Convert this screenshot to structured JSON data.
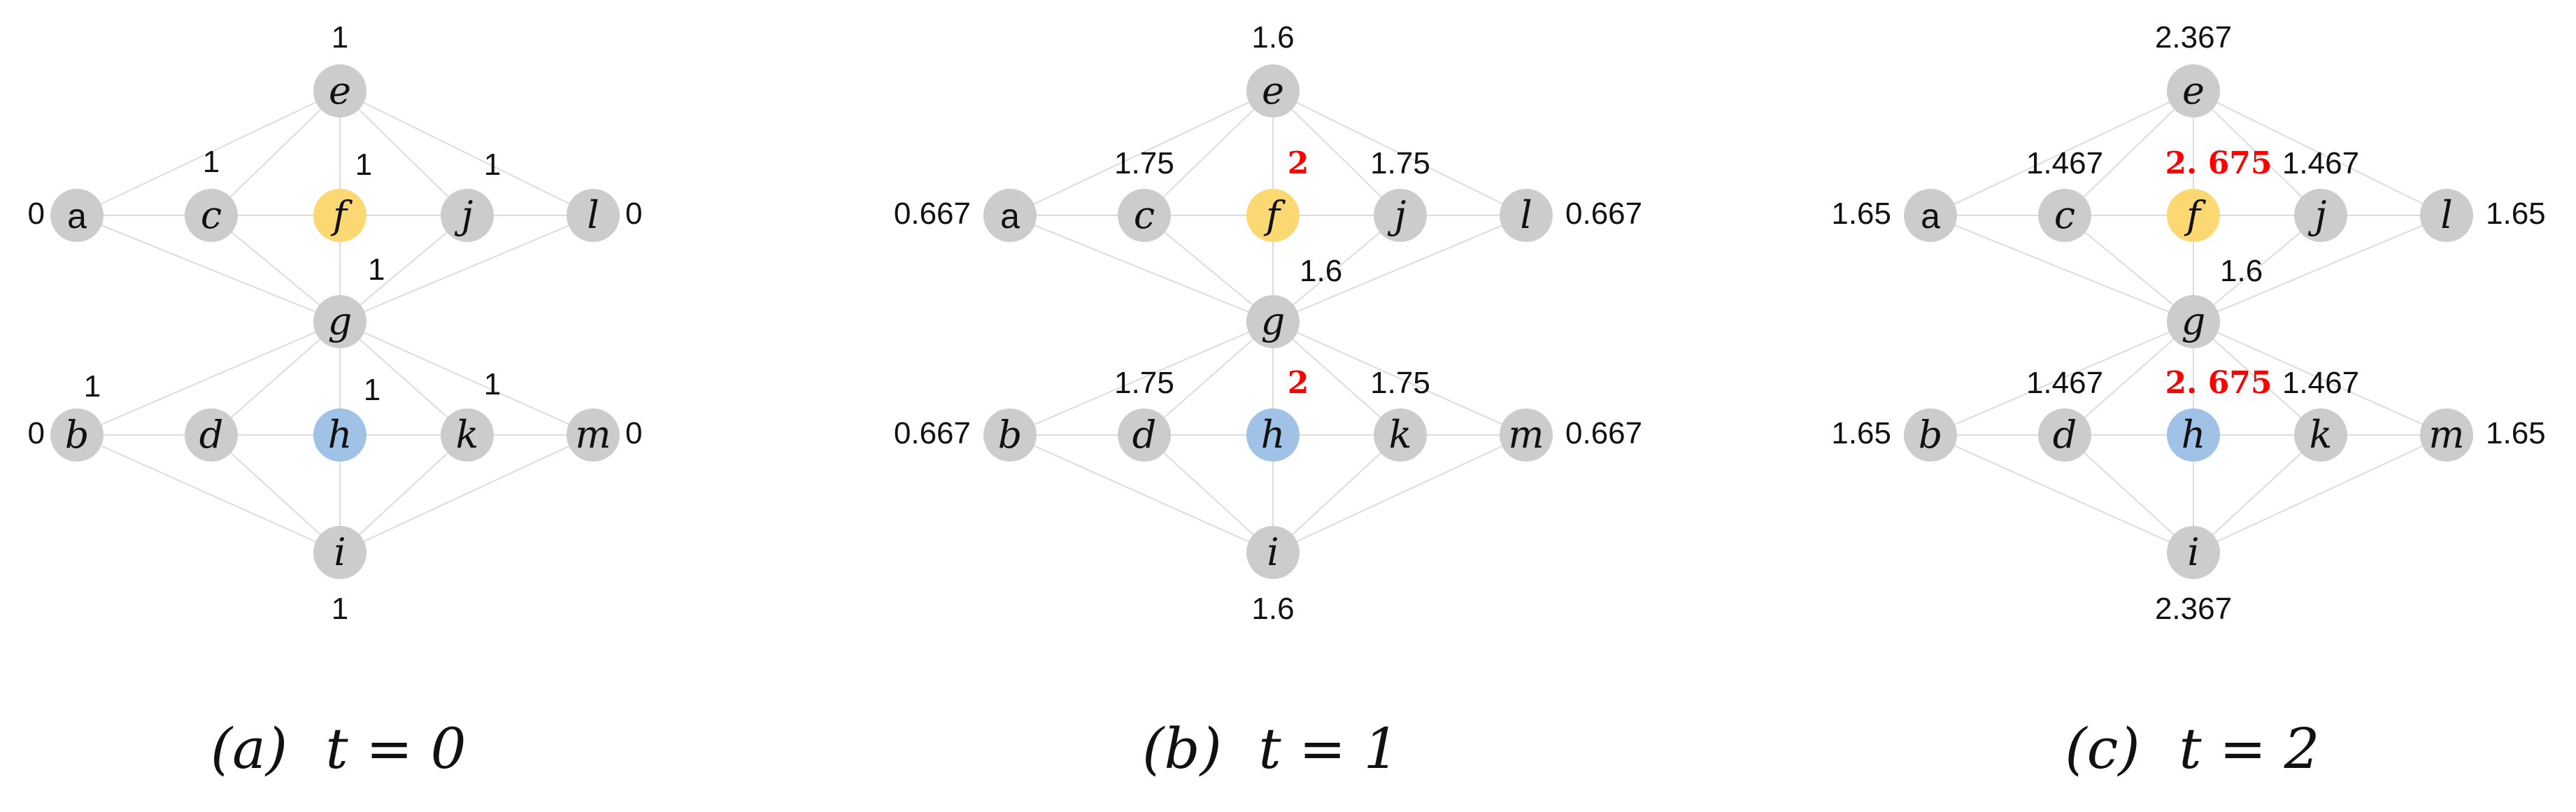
{
  "colors": {
    "node_default": "#cccccc",
    "node_f": "#fbd872",
    "node_h": "#9fc2e6",
    "edge": "#dcdcdc",
    "highlight_value": "#ff0000"
  },
  "nodes": [
    {
      "id": "a",
      "italic": false
    },
    {
      "id": "b",
      "italic": true
    },
    {
      "id": "c",
      "italic": true
    },
    {
      "id": "d",
      "italic": true
    },
    {
      "id": "e",
      "italic": true
    },
    {
      "id": "f",
      "italic": true
    },
    {
      "id": "g",
      "italic": true
    },
    {
      "id": "h",
      "italic": true
    },
    {
      "id": "i",
      "italic": true
    },
    {
      "id": "j",
      "italic": true
    },
    {
      "id": "k",
      "italic": true
    },
    {
      "id": "l",
      "italic": true
    },
    {
      "id": "m",
      "italic": true
    }
  ],
  "edges": [
    [
      "e",
      "a"
    ],
    [
      "e",
      "c"
    ],
    [
      "e",
      "f"
    ],
    [
      "e",
      "j"
    ],
    [
      "e",
      "l"
    ],
    [
      "a",
      "c"
    ],
    [
      "c",
      "f"
    ],
    [
      "f",
      "j"
    ],
    [
      "j",
      "l"
    ],
    [
      "a",
      "g"
    ],
    [
      "c",
      "g"
    ],
    [
      "f",
      "g"
    ],
    [
      "j",
      "g"
    ],
    [
      "l",
      "g"
    ],
    [
      "g",
      "b"
    ],
    [
      "g",
      "d"
    ],
    [
      "g",
      "h"
    ],
    [
      "g",
      "k"
    ],
    [
      "g",
      "m"
    ],
    [
      "b",
      "d"
    ],
    [
      "d",
      "h"
    ],
    [
      "h",
      "k"
    ],
    [
      "k",
      "m"
    ],
    [
      "b",
      "i"
    ],
    [
      "d",
      "i"
    ],
    [
      "h",
      "i"
    ],
    [
      "k",
      "i"
    ],
    [
      "m",
      "i"
    ]
  ],
  "panels": [
    {
      "caption_label": "(a)",
      "caption_time": "t = 0",
      "values": {
        "a": "0",
        "b": "0",
        "c": "1",
        "d": "1",
        "e": "1",
        "f": "1",
        "g": "1",
        "h": "1",
        "i": "1",
        "j": "1",
        "k": "1",
        "l": "0",
        "m": "0"
      },
      "highlighted": []
    },
    {
      "caption_label": "(b)",
      "caption_time": "t = 1",
      "values": {
        "a": "0.667",
        "b": "0.667",
        "c": "1.75",
        "d": "1.75",
        "e": "1.6",
        "f": "2",
        "g": "1.6",
        "h": "2",
        "i": "1.6",
        "j": "1.75",
        "k": "1.75",
        "l": "0.667",
        "m": "0.667"
      },
      "highlighted": [
        "f",
        "h"
      ]
    },
    {
      "caption_label": "(c)",
      "caption_time": "t = 2",
      "values": {
        "a": "1.65",
        "b": "1.65",
        "c": "1.467",
        "d": "1.467",
        "e": "2.367",
        "f": "2. 675",
        "g": "1.6",
        "h": "2. 675",
        "i": "2.367",
        "j": "1.467",
        "k": "1.467",
        "l": "1.65",
        "m": "1.65"
      },
      "highlighted": [
        "f",
        "h"
      ]
    }
  ]
}
